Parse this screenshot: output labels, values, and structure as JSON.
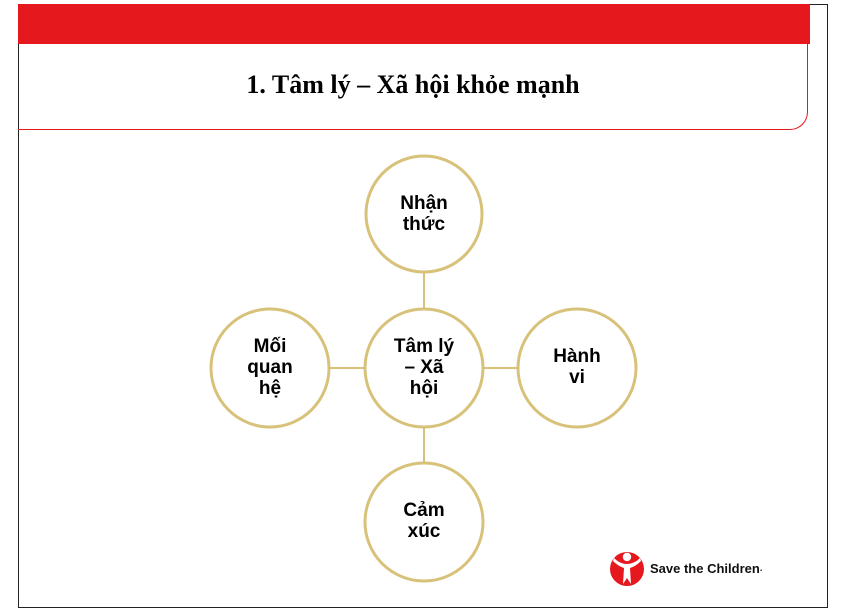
{
  "slide": {
    "title": "1. Tâm lý – Xã hội khỏe mạnh"
  },
  "diagram": {
    "center": {
      "lines": [
        "Tâm lý",
        "– Xã",
        "hội"
      ]
    },
    "top": {
      "lines": [
        "Nhận",
        "thức"
      ]
    },
    "right": {
      "lines": [
        "Hành",
        "vi"
      ]
    },
    "bottom": {
      "lines": [
        "Cảm",
        "xúc"
      ]
    },
    "left": {
      "lines": [
        "Mối",
        "quan",
        "hệ"
      ]
    }
  },
  "logo": {
    "text": "Save the Children",
    "mark_color": "#e4181d"
  },
  "colors": {
    "header_red": "#e4181d",
    "circle_outline": "#d8c27a",
    "connector": "#d8c27a"
  }
}
